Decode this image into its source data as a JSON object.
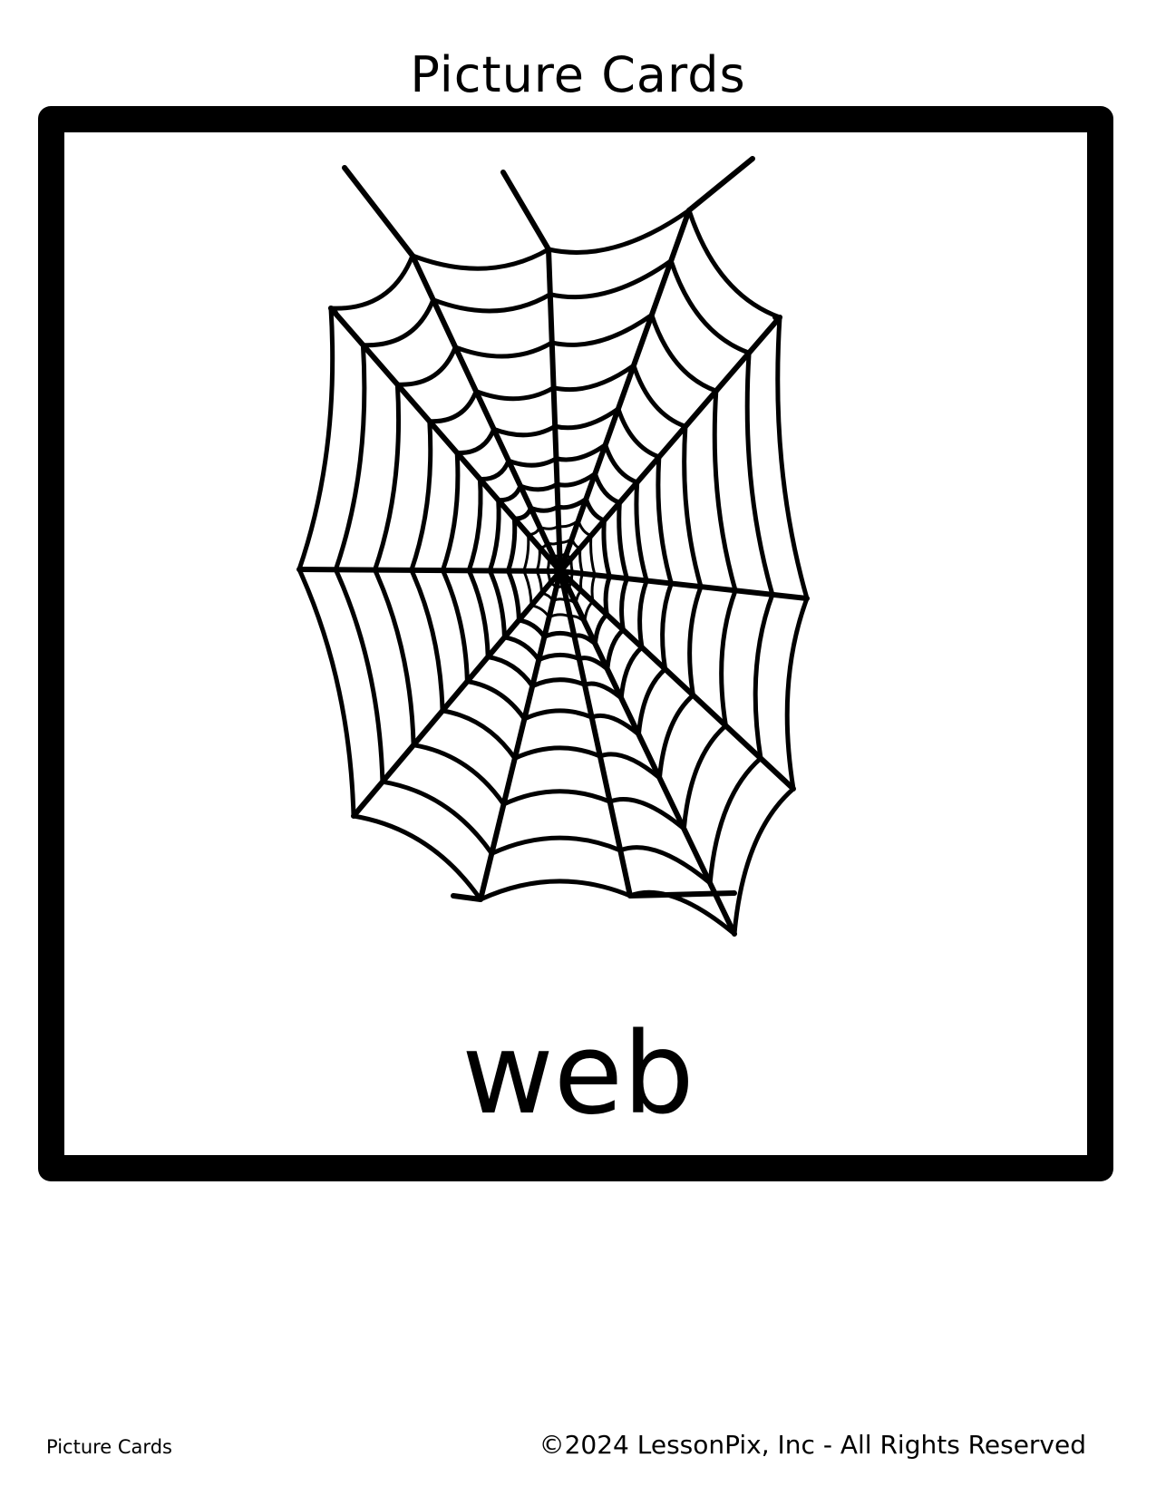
{
  "page": {
    "title": "Picture Cards"
  },
  "card": {
    "word": "web",
    "illustration_icon": "spider-web-icon",
    "border_color": "#000000"
  },
  "footer": {
    "left": "Picture Cards",
    "right": "©2024 LessonPix, Inc - All Rights Reserved"
  }
}
